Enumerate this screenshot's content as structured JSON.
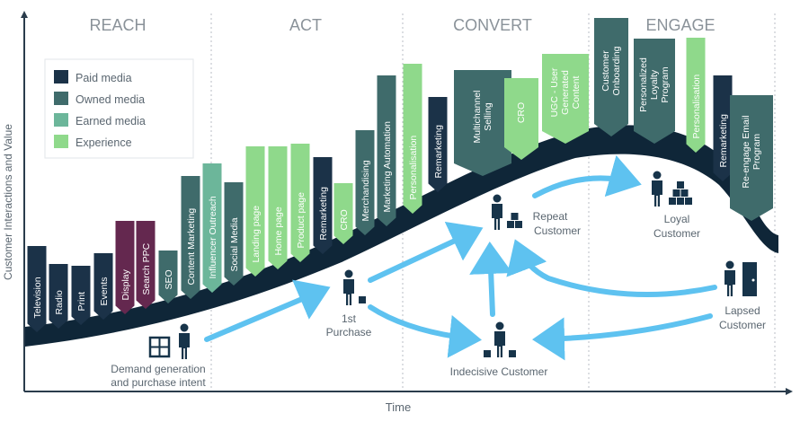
{
  "stages": [
    "REACH",
    "ACT",
    "CONVERT",
    "ENGAGE"
  ],
  "axes": {
    "y_label": "Customer Interactions and Value",
    "x_label": "Time"
  },
  "colors": {
    "paid": "#1b3248",
    "owned": "#3f6b6b",
    "earned": "#6cb69a",
    "experience": "#8fd98b",
    "display": "#64284f",
    "wave": "#0f2638",
    "arrow": "#5ec2f0",
    "stage_text": "#8a9299",
    "person": "#17344a"
  },
  "legend": [
    {
      "key": "paid",
      "label": "Paid media",
      "color": "#1b3248"
    },
    {
      "key": "owned",
      "label": "Owned media",
      "color": "#3f6b6b"
    },
    {
      "key": "earned",
      "label": "Earned media",
      "color": "#6cb69a"
    },
    {
      "key": "experience",
      "label": "Experience",
      "color": "#8fd98b"
    }
  ],
  "touchpoints": [
    {
      "label": "Television",
      "type": "paid"
    },
    {
      "label": "Radio",
      "type": "paid"
    },
    {
      "label": "Print",
      "type": "paid"
    },
    {
      "label": "Events",
      "type": "paid"
    },
    {
      "label": "Display",
      "type": "display"
    },
    {
      "label": "Search PPC",
      "type": "display"
    },
    {
      "label": "SEO",
      "type": "owned"
    },
    {
      "label": "Content Marketing",
      "type": "owned"
    },
    {
      "label": "Influencer Outreach",
      "type": "earned"
    },
    {
      "label": "Social Media",
      "type": "owned"
    },
    {
      "label": "Landing page",
      "type": "experience"
    },
    {
      "label": "Home page",
      "type": "experience"
    },
    {
      "label": "Product page",
      "type": "experience"
    },
    {
      "label": "Remarketing",
      "type": "paid"
    },
    {
      "label": "CRO",
      "type": "experience"
    },
    {
      "label": "Merchandising",
      "type": "owned"
    },
    {
      "label": "Marketing Automation",
      "type": "owned"
    },
    {
      "label": "Personalisation",
      "type": "experience"
    },
    {
      "label": "Remarketing",
      "type": "paid"
    },
    {
      "label": "Multichannel Selling",
      "type": "owned"
    },
    {
      "label": "CRO",
      "type": "experience"
    },
    {
      "label": "UGC - User Generated Content",
      "type": "experience"
    },
    {
      "label": "Customer Onboarding",
      "type": "owned"
    },
    {
      "label": "Personalized Loyalty Program",
      "type": "owned"
    },
    {
      "label": "Personalisation",
      "type": "experience"
    },
    {
      "label": "Remarketing",
      "type": "paid"
    },
    {
      "label": "Re-engage Email Program",
      "type": "owned"
    }
  ],
  "customers": {
    "demand": [
      "Demand generation",
      "and purchase intent"
    ],
    "first": [
      "1st",
      "Purchase"
    ],
    "repeat": [
      "Repeat",
      "Customer"
    ],
    "loyal": [
      "Loyal",
      "Customer"
    ],
    "lapsed": [
      "Lapsed",
      "Customer"
    ],
    "indecisive": [
      "Indecisive Customer"
    ]
  }
}
